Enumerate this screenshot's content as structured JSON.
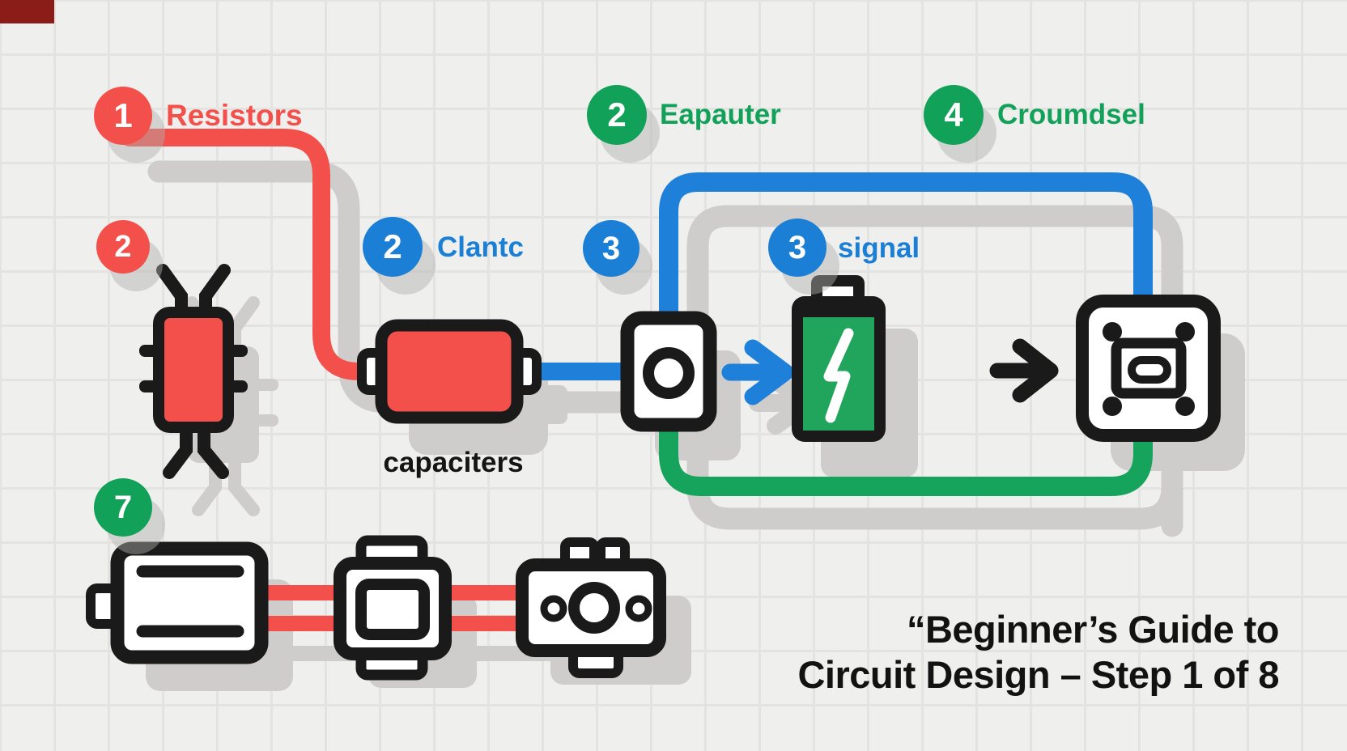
{
  "title": {
    "line1": "“Beginner’s Guide to",
    "line2": "Circuit Design – Step 1 of 8"
  },
  "badges": [
    {
      "number": "1",
      "label": "Resistors",
      "color": "#f3504b"
    },
    {
      "number": "2",
      "label": "",
      "color": "#f3504b"
    },
    {
      "number": "2",
      "label": "Eapauter",
      "color": "#12a159"
    },
    {
      "number": "4",
      "label": "Croumdsel",
      "color": "#12a159"
    },
    {
      "number": "2",
      "label": "Clantc",
      "color": "#1b7fd6"
    },
    {
      "number": "3",
      "label": "",
      "color": "#1b7fd6"
    },
    {
      "number": "3",
      "label": "signal",
      "color": "#1b7fd6"
    },
    {
      "number": "7",
      "label": "",
      "color": "#12a159"
    }
  ],
  "component_labels": {
    "capacitor": "capaciters"
  },
  "icons": [
    "ic-chip-icon",
    "capacitor-icon",
    "switch-icon",
    "battery-icon",
    "blue-arrow-icon",
    "black-arrow-icon",
    "connector-module-icon",
    "motor-icon",
    "relay-icon",
    "sensor-icon"
  ],
  "colors": {
    "red": "#f3504b",
    "green": "#12a159",
    "blue": "#1b7fd6",
    "black": "#1a1a1a",
    "background": "#efefed",
    "grid_line": "#e3e3e1",
    "shadow": "#cecdcb",
    "corner_mark": "#8b1d18"
  }
}
